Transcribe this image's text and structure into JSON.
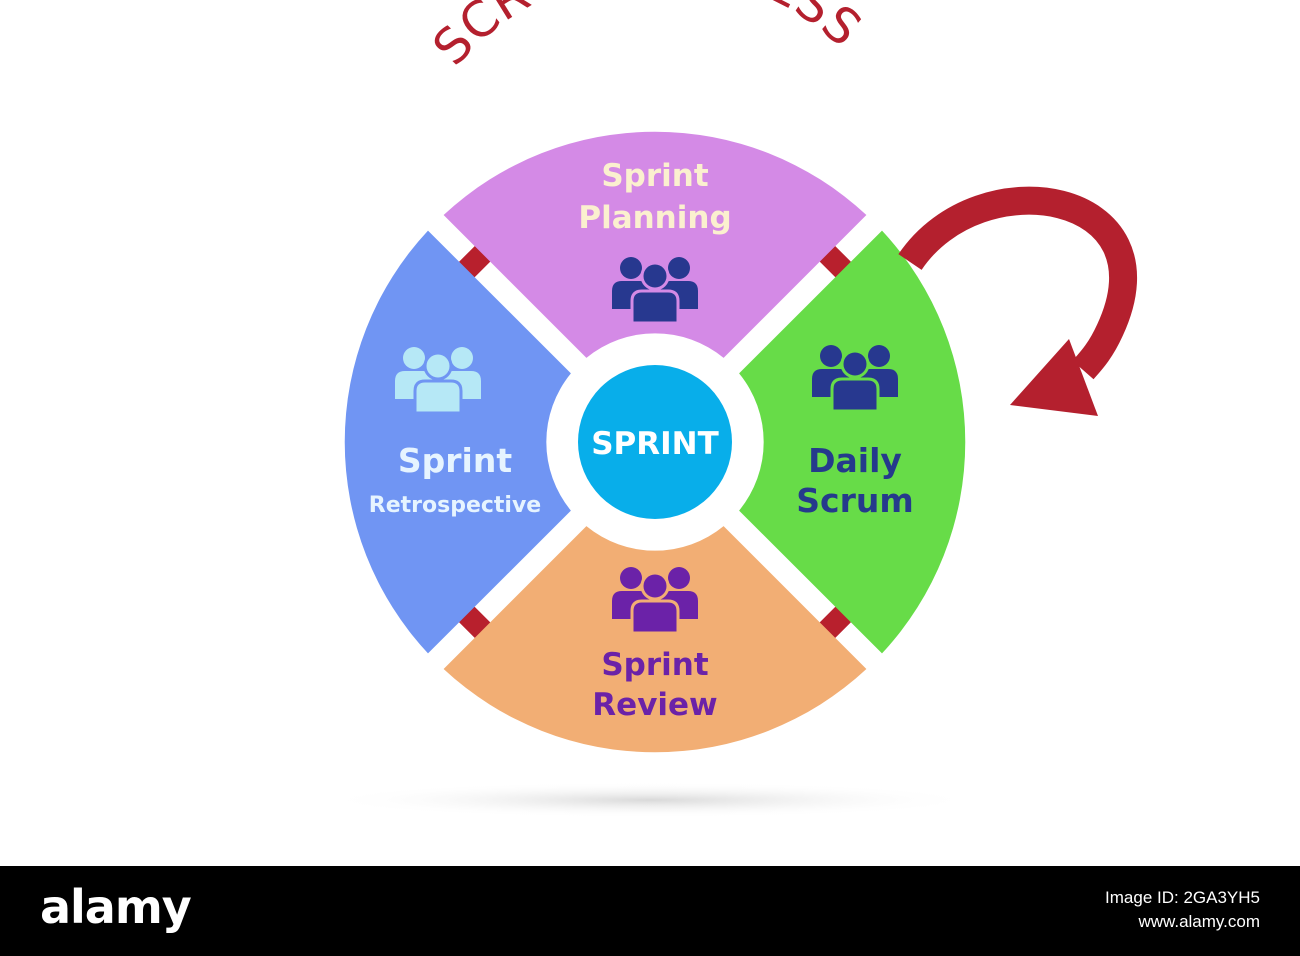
{
  "diagram": {
    "title": "SCRUM PROCESS",
    "center_label": "SPRINT",
    "segments": [
      {
        "id": "planning",
        "lines": [
          "Sprint",
          "Planning"
        ],
        "color": "#d48ae6",
        "text_color": "#fbf0cf",
        "icon_color": "#27388f",
        "icon": "people-group-icon"
      },
      {
        "id": "daily",
        "lines": [
          "Daily",
          "Scrum"
        ],
        "color": "#67dc48",
        "text_color": "#253a8c",
        "icon_color": "#27388f",
        "icon": "people-group-icon"
      },
      {
        "id": "review",
        "lines": [
          "Sprint",
          "Review"
        ],
        "color": "#f2ae74",
        "text_color": "#6b22a8",
        "icon_color": "#6b22a8",
        "icon": "people-group-icon"
      },
      {
        "id": "retrospective",
        "lines": [
          "Sprint",
          "Retrospective"
        ],
        "color": "#7095f3",
        "text_color": "#e6f4ff",
        "icon_color": "#b6e8f6",
        "icon": "people-group-icon"
      }
    ],
    "colors": {
      "title": "#b4202e",
      "arrow": "#b4202e",
      "connector": "#b8202d",
      "center": "#08aeea",
      "center_text": "#ffffff"
    }
  },
  "watermark": {
    "logo": "alamy",
    "image_id": "Image ID: 2GA3YH5",
    "site": "www.alamy.com"
  }
}
